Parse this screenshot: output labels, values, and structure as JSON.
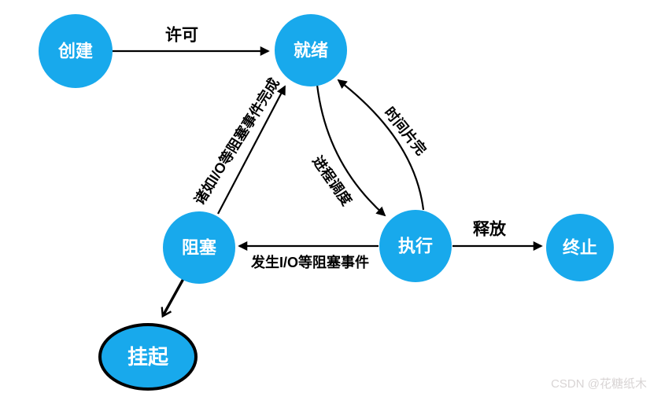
{
  "colors": {
    "node_fill": "#18A9EC",
    "node_text": "#FFFFFF",
    "edge_stroke": "#000000",
    "suspended_border": "#000000",
    "background": "#FFFFFF",
    "watermark": "#D8D4D4"
  },
  "diagram": {
    "type": "state-diagram",
    "nodes": [
      {
        "id": "create",
        "label": "创建",
        "shape": "circle"
      },
      {
        "id": "ready",
        "label": "就绪",
        "shape": "circle"
      },
      {
        "id": "blocked",
        "label": "阻塞",
        "shape": "circle"
      },
      {
        "id": "running",
        "label": "执行",
        "shape": "circle"
      },
      {
        "id": "terminated",
        "label": "终止",
        "shape": "circle"
      },
      {
        "id": "suspended",
        "label": "挂起",
        "shape": "ellipse"
      }
    ],
    "edges": [
      {
        "from": "create",
        "to": "ready",
        "label": "许可"
      },
      {
        "from": "blocked",
        "to": "ready",
        "label": "诸如I/O等阻塞事件完成"
      },
      {
        "from": "ready",
        "to": "running",
        "label": "进程调度"
      },
      {
        "from": "running",
        "to": "ready",
        "label": "时间片完"
      },
      {
        "from": "running",
        "to": "blocked",
        "label": "发生I/O等阻塞事件"
      },
      {
        "from": "running",
        "to": "terminated",
        "label": "释放"
      },
      {
        "from": "blocked",
        "to": "suspended",
        "label": ""
      }
    ]
  },
  "watermark": {
    "text": "CSDN @花糖纸木"
  }
}
